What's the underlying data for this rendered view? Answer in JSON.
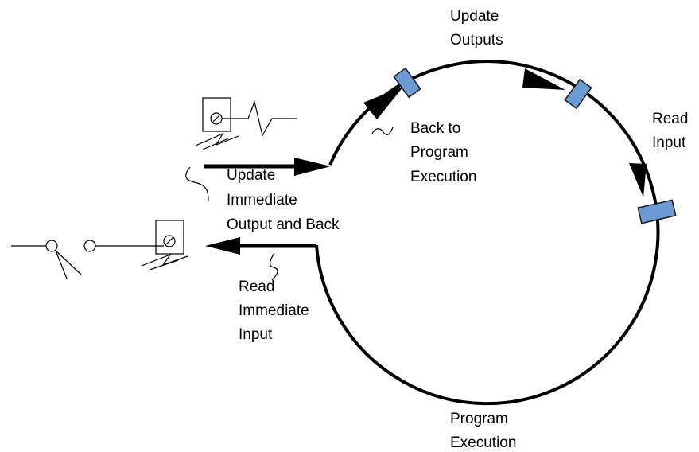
{
  "labels": {
    "update_outputs": [
      "Update",
      "Outputs"
    ],
    "read_input": [
      "Read",
      "Input"
    ],
    "back_to_program": [
      "Back to",
      "Program",
      "Execution"
    ],
    "update_immediate": [
      "Update",
      "Immediate",
      "Output and Back"
    ],
    "read_immediate": [
      "Read",
      "Immediate",
      "Input"
    ],
    "program_execution": [
      "Program",
      "Execution"
    ]
  },
  "colors": {
    "line": "#000000",
    "block_fill": "#6b9bd2",
    "block_stroke": "#1a1a1a",
    "background": "#ffffff"
  },
  "icons": [
    "output-terminal-icon",
    "input-terminal-icon",
    "switch-icon",
    "signal-wave-icon"
  ]
}
